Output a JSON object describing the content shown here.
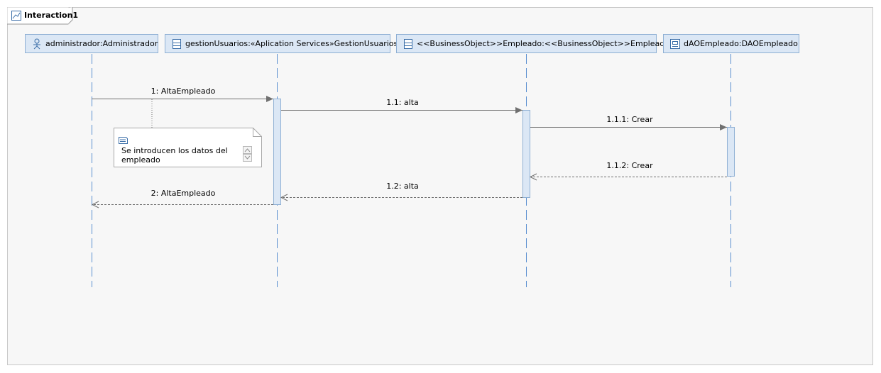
{
  "frame": {
    "title": "Interaction1"
  },
  "lifelines": [
    {
      "id": "admin",
      "label": "administrador:Administrador",
      "icon": "actor-icon"
    },
    {
      "id": "gestion",
      "label": "gestionUsuarios:«Aplication Services»GestionUsuarios",
      "icon": "class-icon"
    },
    {
      "id": "empleado",
      "label": "<<BusinessObject>>Empleado:<<BusinessObject>>Empleado",
      "icon": "class-icon"
    },
    {
      "id": "dao",
      "label": "dAOEmpleado:DAOEmpleado",
      "icon": "component-icon"
    }
  ],
  "messages": [
    {
      "label": "1: AltaEmpleado",
      "from": "admin",
      "to": "gestion",
      "kind": "sync"
    },
    {
      "label": "1.1: alta",
      "from": "gestion",
      "to": "empleado",
      "kind": "sync"
    },
    {
      "label": "1.1.1: Crear",
      "from": "empleado",
      "to": "dao",
      "kind": "sync"
    },
    {
      "label": "1.1.2: Crear",
      "from": "dao",
      "to": "empleado",
      "kind": "reply"
    },
    {
      "label": "1.2: alta",
      "from": "empleado",
      "to": "gestion",
      "kind": "reply"
    },
    {
      "label": "2: AltaEmpleado",
      "from": "gestion",
      "to": "admin",
      "kind": "reply"
    }
  ],
  "note": {
    "text": "Se introducen los datos del empleado",
    "icon": "note-icon"
  },
  "colors": {
    "lifeline_fill": "#dbe7f5",
    "lifeline_border": "#8fb0d4",
    "dash": "#5b8fd0",
    "arrow": "#707070"
  }
}
